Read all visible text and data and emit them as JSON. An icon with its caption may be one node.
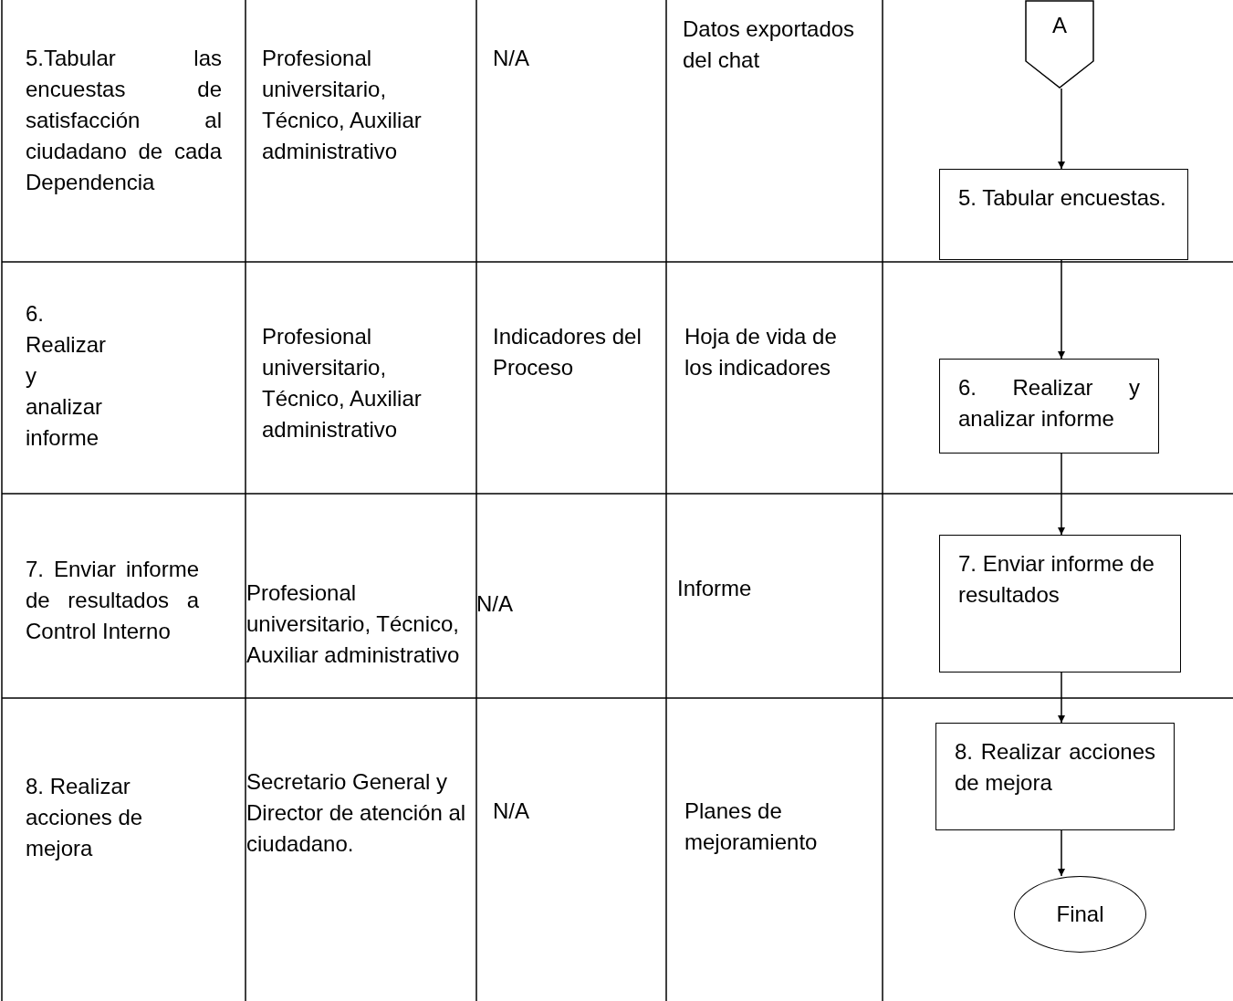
{
  "diagram": {
    "nodes": [
      {
        "text": [
          "A"
        ]
      },
      {
        "text": [
          "5. Tabular encuestas."
        ]
      },
      {
        "text": [
          "6. Realizar y analizar informe"
        ]
      },
      {
        "text": [
          "7. Enviar informe de resultados"
        ]
      },
      {
        "text": [
          "8. Realizar acciones de mejora"
        ]
      },
      {
        "text": [
          "Final"
        ]
      }
    ],
    "edges": [
      {
        "from": 0,
        "to": 1,
        "arrow": "to"
      },
      {
        "from": 1,
        "to": 2,
        "arrow": "to"
      },
      {
        "from": 2,
        "to": 3,
        "arrow": "to"
      },
      {
        "from": 3,
        "to": 4,
        "arrow": "to"
      },
      {
        "from": 4,
        "to": 5,
        "arrow": "to"
      }
    ],
    "labels": [
      "5.Tabular las encuestas de satisfacción al ciudadano de cada Dependencia",
      "Profesional universitario, Técnico, Auxiliar administrativo",
      "N/A",
      "Datos exportados del chat",
      "6. Realizar y analizar informe",
      "Profesional universitario, Técnico, Auxiliar administrativo",
      "Indicadores del Proceso",
      "Hoja de vida de los indicadores",
      "7. Enviar informe de resultados a Control Interno",
      "Profesional universitario, Técnico, Auxiliar administrativo",
      "N/A",
      "Informe",
      "8. Realizar acciones de mejora",
      "Secretario General y Director de atención al ciudadano.",
      "N/A",
      "Planes de mejoramiento"
    ]
  }
}
